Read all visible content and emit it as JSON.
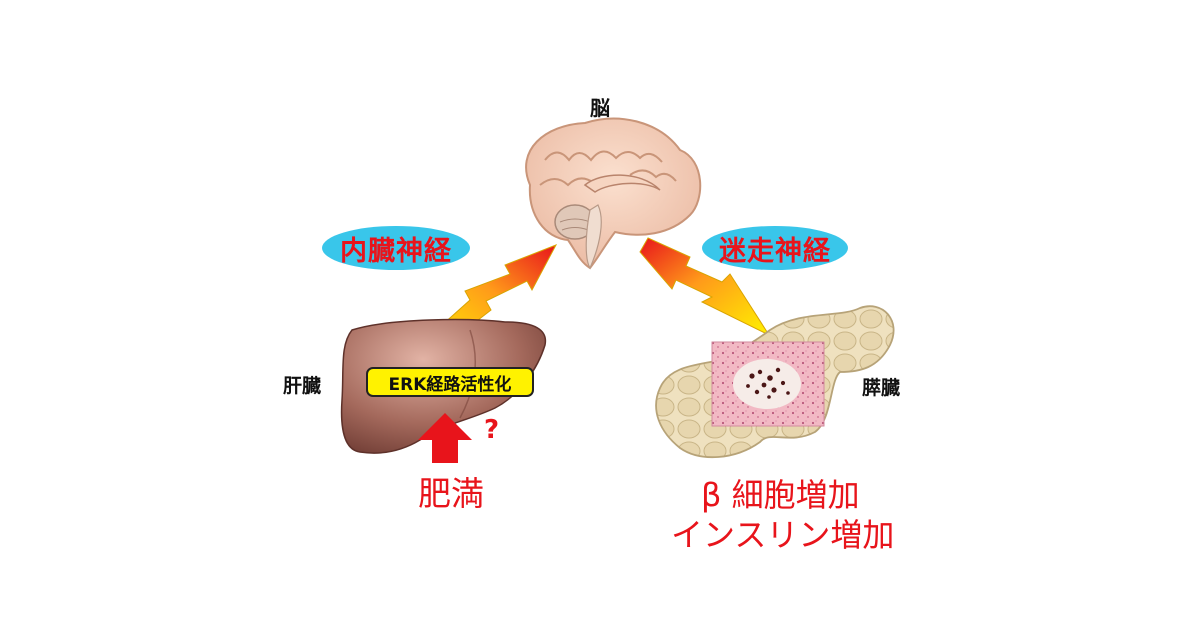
{
  "labels": {
    "brain": "脳",
    "liver": "肝臓",
    "pancreas": "膵臓",
    "visceral_nerve": "内臓神経",
    "vagus_nerve": "迷走神経",
    "erk": "ERK経路活性化",
    "question": "?",
    "obesity": "肥満",
    "beta_cell": "β 細胞増加",
    "insulin": "インスリン増加"
  },
  "colors": {
    "accent_red": "#e8141b",
    "pill_blue": "#39c6ea",
    "erk_yellow": "#fff200"
  },
  "icons": [
    "brain-illustration",
    "liver-illustration",
    "pancreas-illustration",
    "islet-micrograph",
    "up-arrow-icon",
    "lightning-arrow"
  ]
}
